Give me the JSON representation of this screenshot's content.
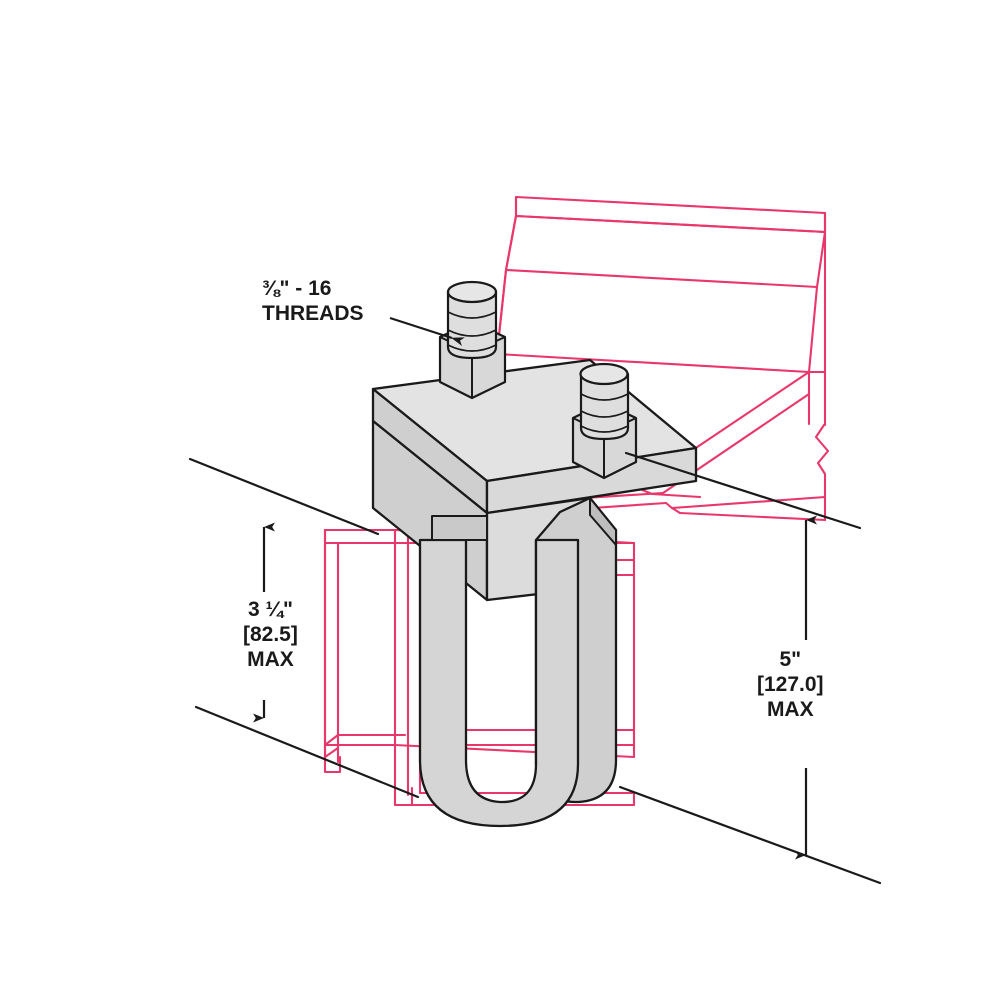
{
  "drawing": {
    "title": "Beam Clamp Isometric Assembly Drawing",
    "background_color": "#ffffff",
    "colors": {
      "beam_outline": "#E8376B",
      "clamp_outline": "#1a1a1a",
      "clamp_fill_light": "#e4e4e4",
      "clamp_fill_mid": "#d2d2d2",
      "clamp_fill_dark": "#c4c4c4",
      "bolt_fill": "#dedede",
      "dimension_line": "#1a1a1a",
      "text": "#1a1a1a"
    }
  },
  "callouts": {
    "threads": {
      "fraction_numerator": "3",
      "fraction_denominator": "8",
      "fraction_slash": "⁄",
      "inch_mark": "\"",
      "dash_pitch": " - 16",
      "line1_plain": "⅜\" - 16",
      "line2": "THREADS"
    }
  },
  "dimensions": {
    "left": {
      "imperial": "3 ¼\"",
      "metric": "[82.5]",
      "qualifier": "MAX"
    },
    "right": {
      "imperial": "5\"",
      "metric": "[127.0]",
      "qualifier": "MAX"
    }
  },
  "components": {
    "beam": "steel-beam-flange",
    "strut_channel": "strut-channel-section",
    "clamp_plate": "clamp-top-plate",
    "u_strap": "u-shaped-clamp-strap",
    "bolt_rear": "hex-bolt-rear",
    "bolt_front": "hex-bolt-front"
  }
}
